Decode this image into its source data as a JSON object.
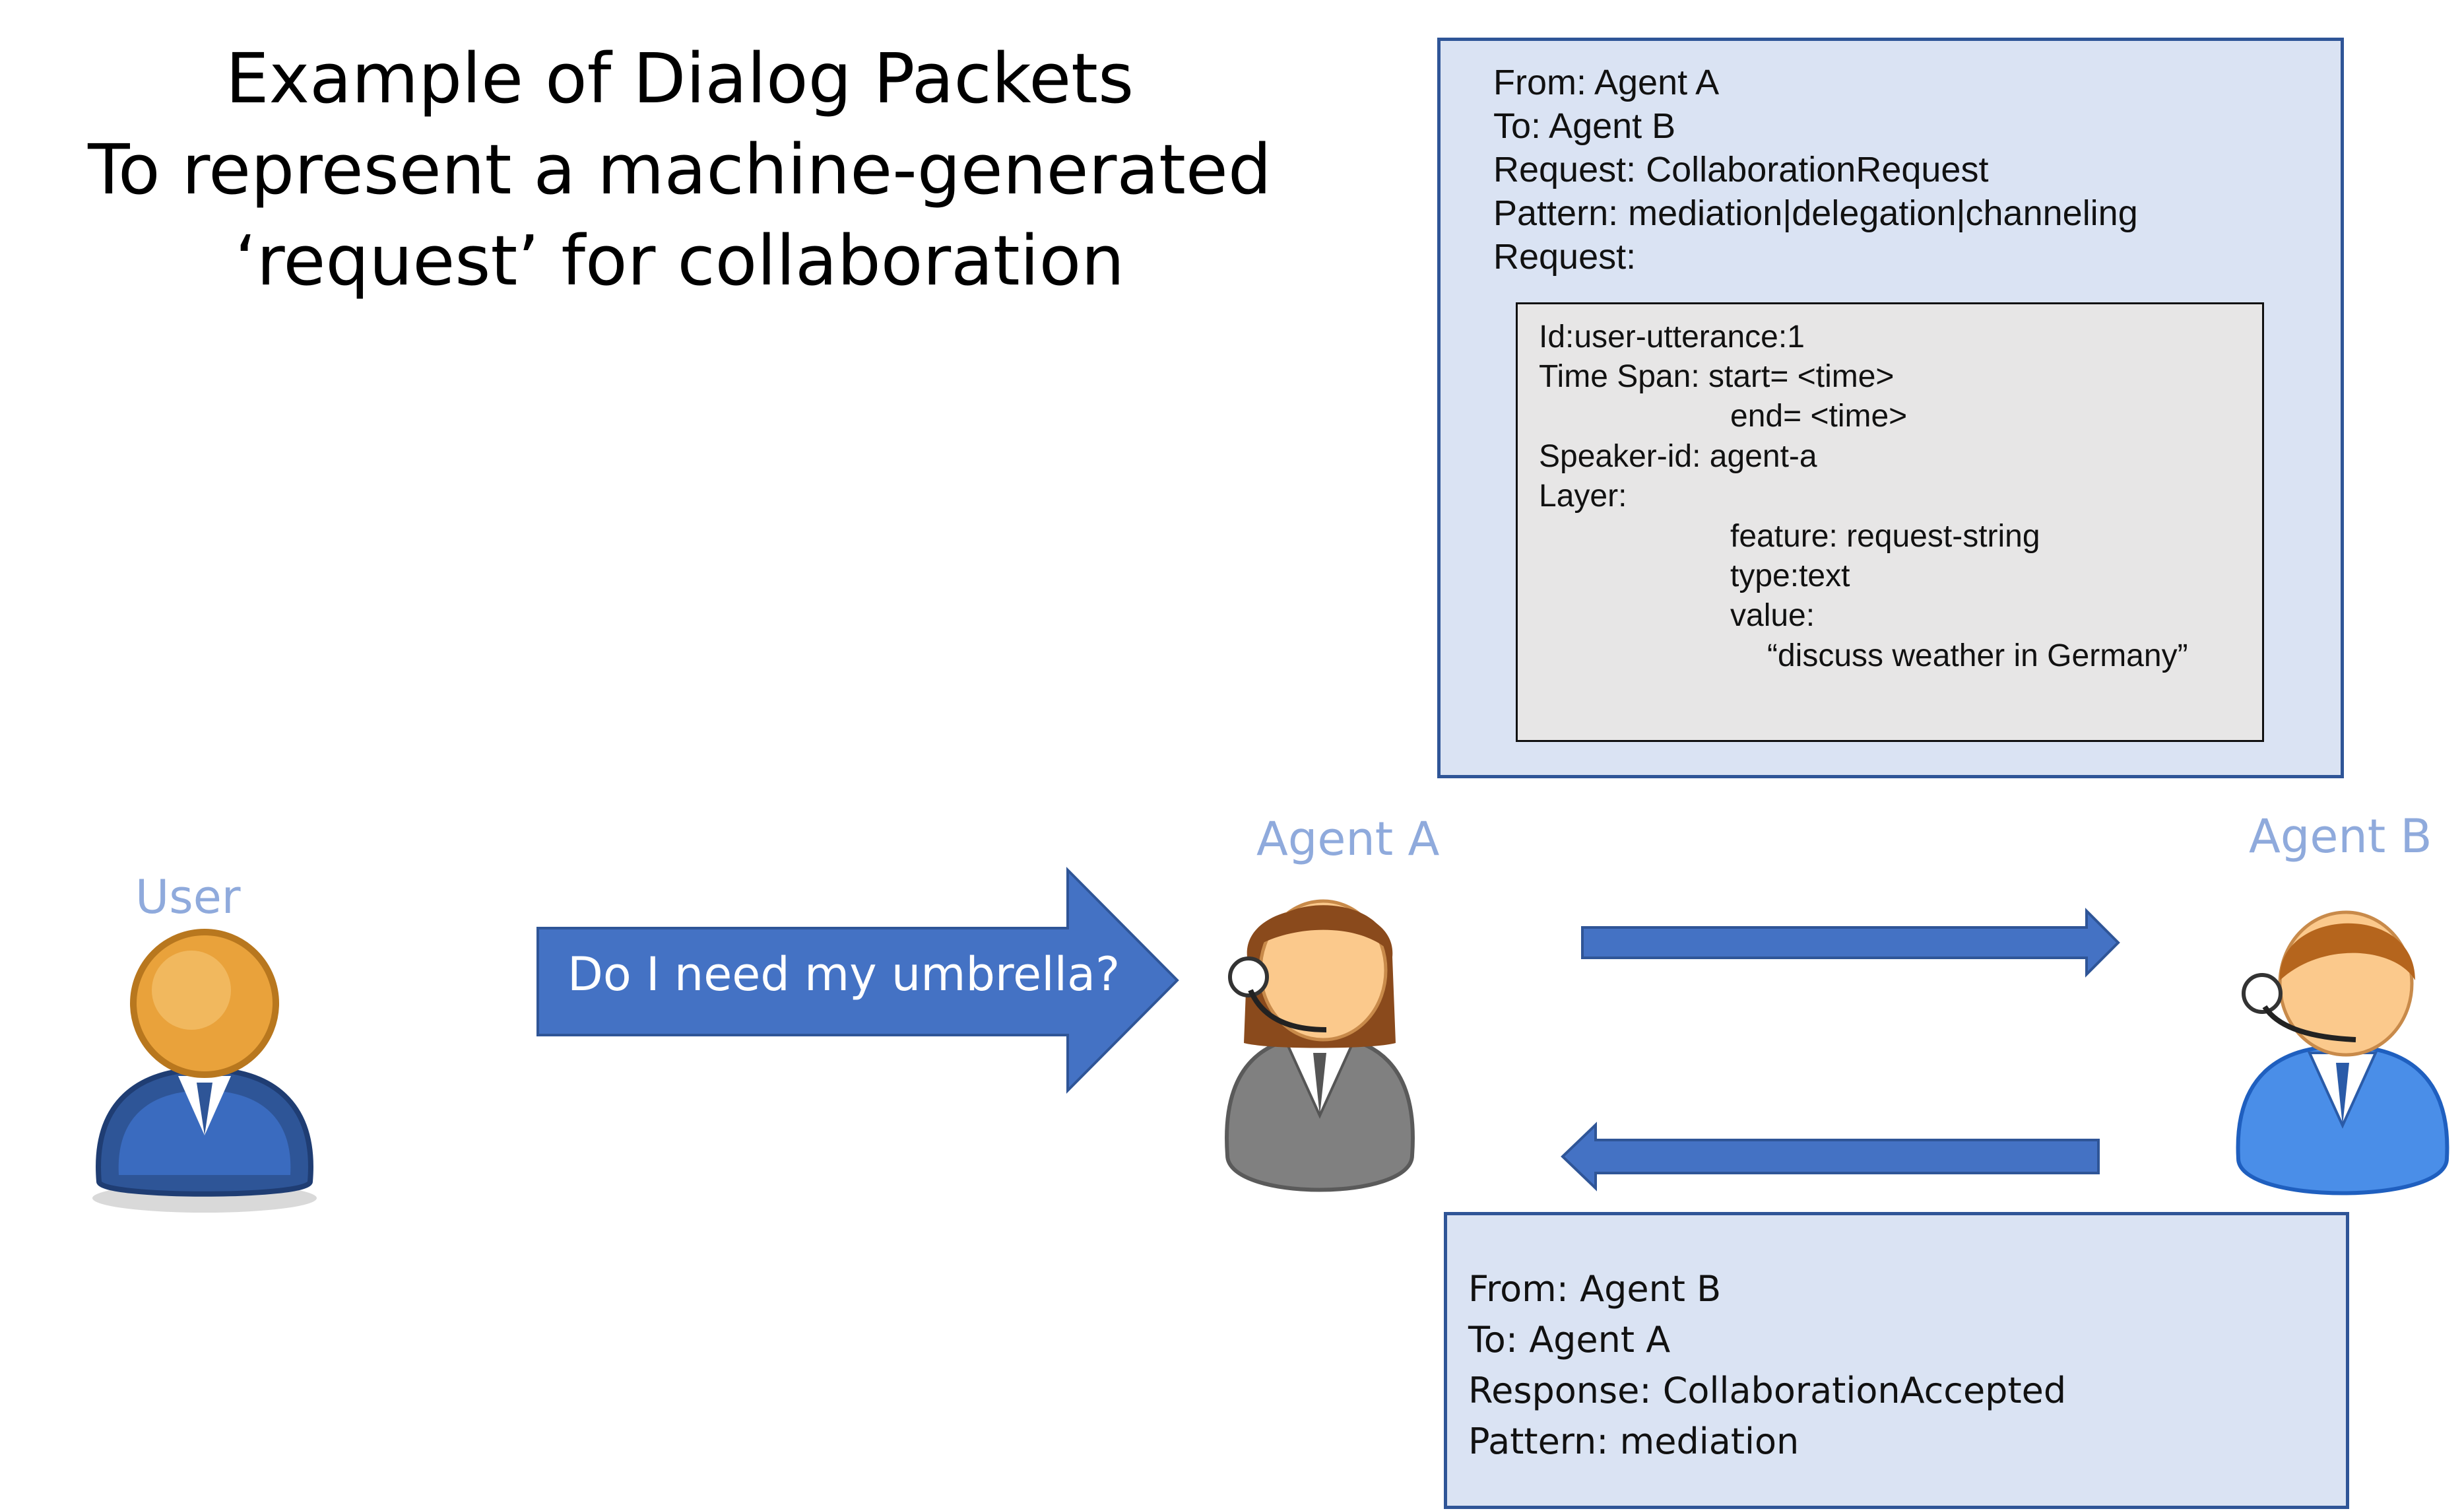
{
  "title": {
    "line1": "Example of Dialog Packets",
    "line2": "To represent a machine-generated",
    "line3": "‘request’ for collaboration"
  },
  "request_packet": {
    "from": "From: Agent A",
    "to": "To: Agent B",
    "request_type": "Request: CollaborationRequest",
    "pattern": "Pattern: mediation|delegation|channeling",
    "request_label": "Request:",
    "inner": {
      "id": "Id:user-utterance:1",
      "time_span_start": "Time Span: start= <time>",
      "time_span_end": "end= <time>",
      "speaker": "Speaker-id: agent-a",
      "layer": "Layer:",
      "feature": "feature: request-string",
      "type": "type:text",
      "value_label": "value:",
      "value": "“discuss weather in Germany”"
    }
  },
  "response_packet": {
    "from": "From: Agent B",
    "to": "To: Agent A",
    "response": "Response: CollaborationAccepted",
    "pattern": "Pattern: mediation"
  },
  "actors": {
    "user": "User",
    "agent_a": "Agent A",
    "agent_b": "Agent B"
  },
  "utterance": "Do I need my umbrella?",
  "colors": {
    "panel_fill": "#dae3f3",
    "panel_border": "#2f5597",
    "arrow_fill": "#4472c4",
    "label_color": "#8faadc"
  },
  "icons": [
    "user-icon",
    "agent-a-headset-icon",
    "agent-b-headset-icon"
  ]
}
